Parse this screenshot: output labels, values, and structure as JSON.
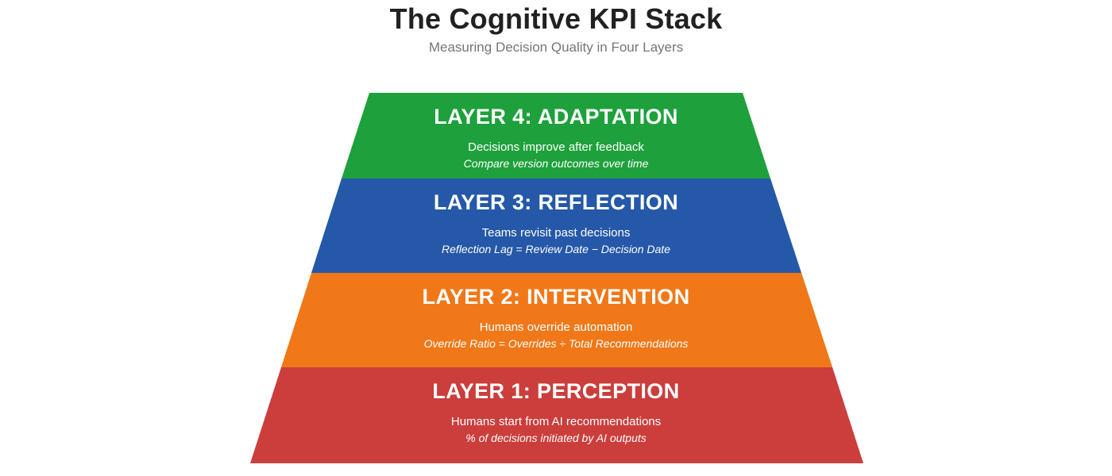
{
  "header": {
    "title": "The Cognitive KPI Stack",
    "subtitle": "Measuring Decision Quality in Four Layers"
  },
  "pyramid": {
    "layers": [
      {
        "id": "layer-4",
        "label": "LAYER 4: ADAPTATION",
        "description": "Decisions improve after feedback",
        "metric": "Compare version outcomes over time",
        "color": "#1EA13C"
      },
      {
        "id": "layer-3",
        "label": "LAYER 3: REFLECTION",
        "description": "Teams revisit past decisions",
        "metric": "Reflection Lag = Review Date − Decision Date",
        "color": "#2558A8"
      },
      {
        "id": "layer-2",
        "label": "LAYER 2: INTERVENTION",
        "description": "Humans override automation",
        "metric": "Override Ratio = Overrides ÷ Total Recommendations",
        "color": "#F07818"
      },
      {
        "id": "layer-1",
        "label": "LAYER 1: PERCEPTION",
        "description": "Humans start from AI recommendations",
        "metric": "% of decisions initiated by AI outputs",
        "color": "#CB3E3C"
      }
    ]
  }
}
